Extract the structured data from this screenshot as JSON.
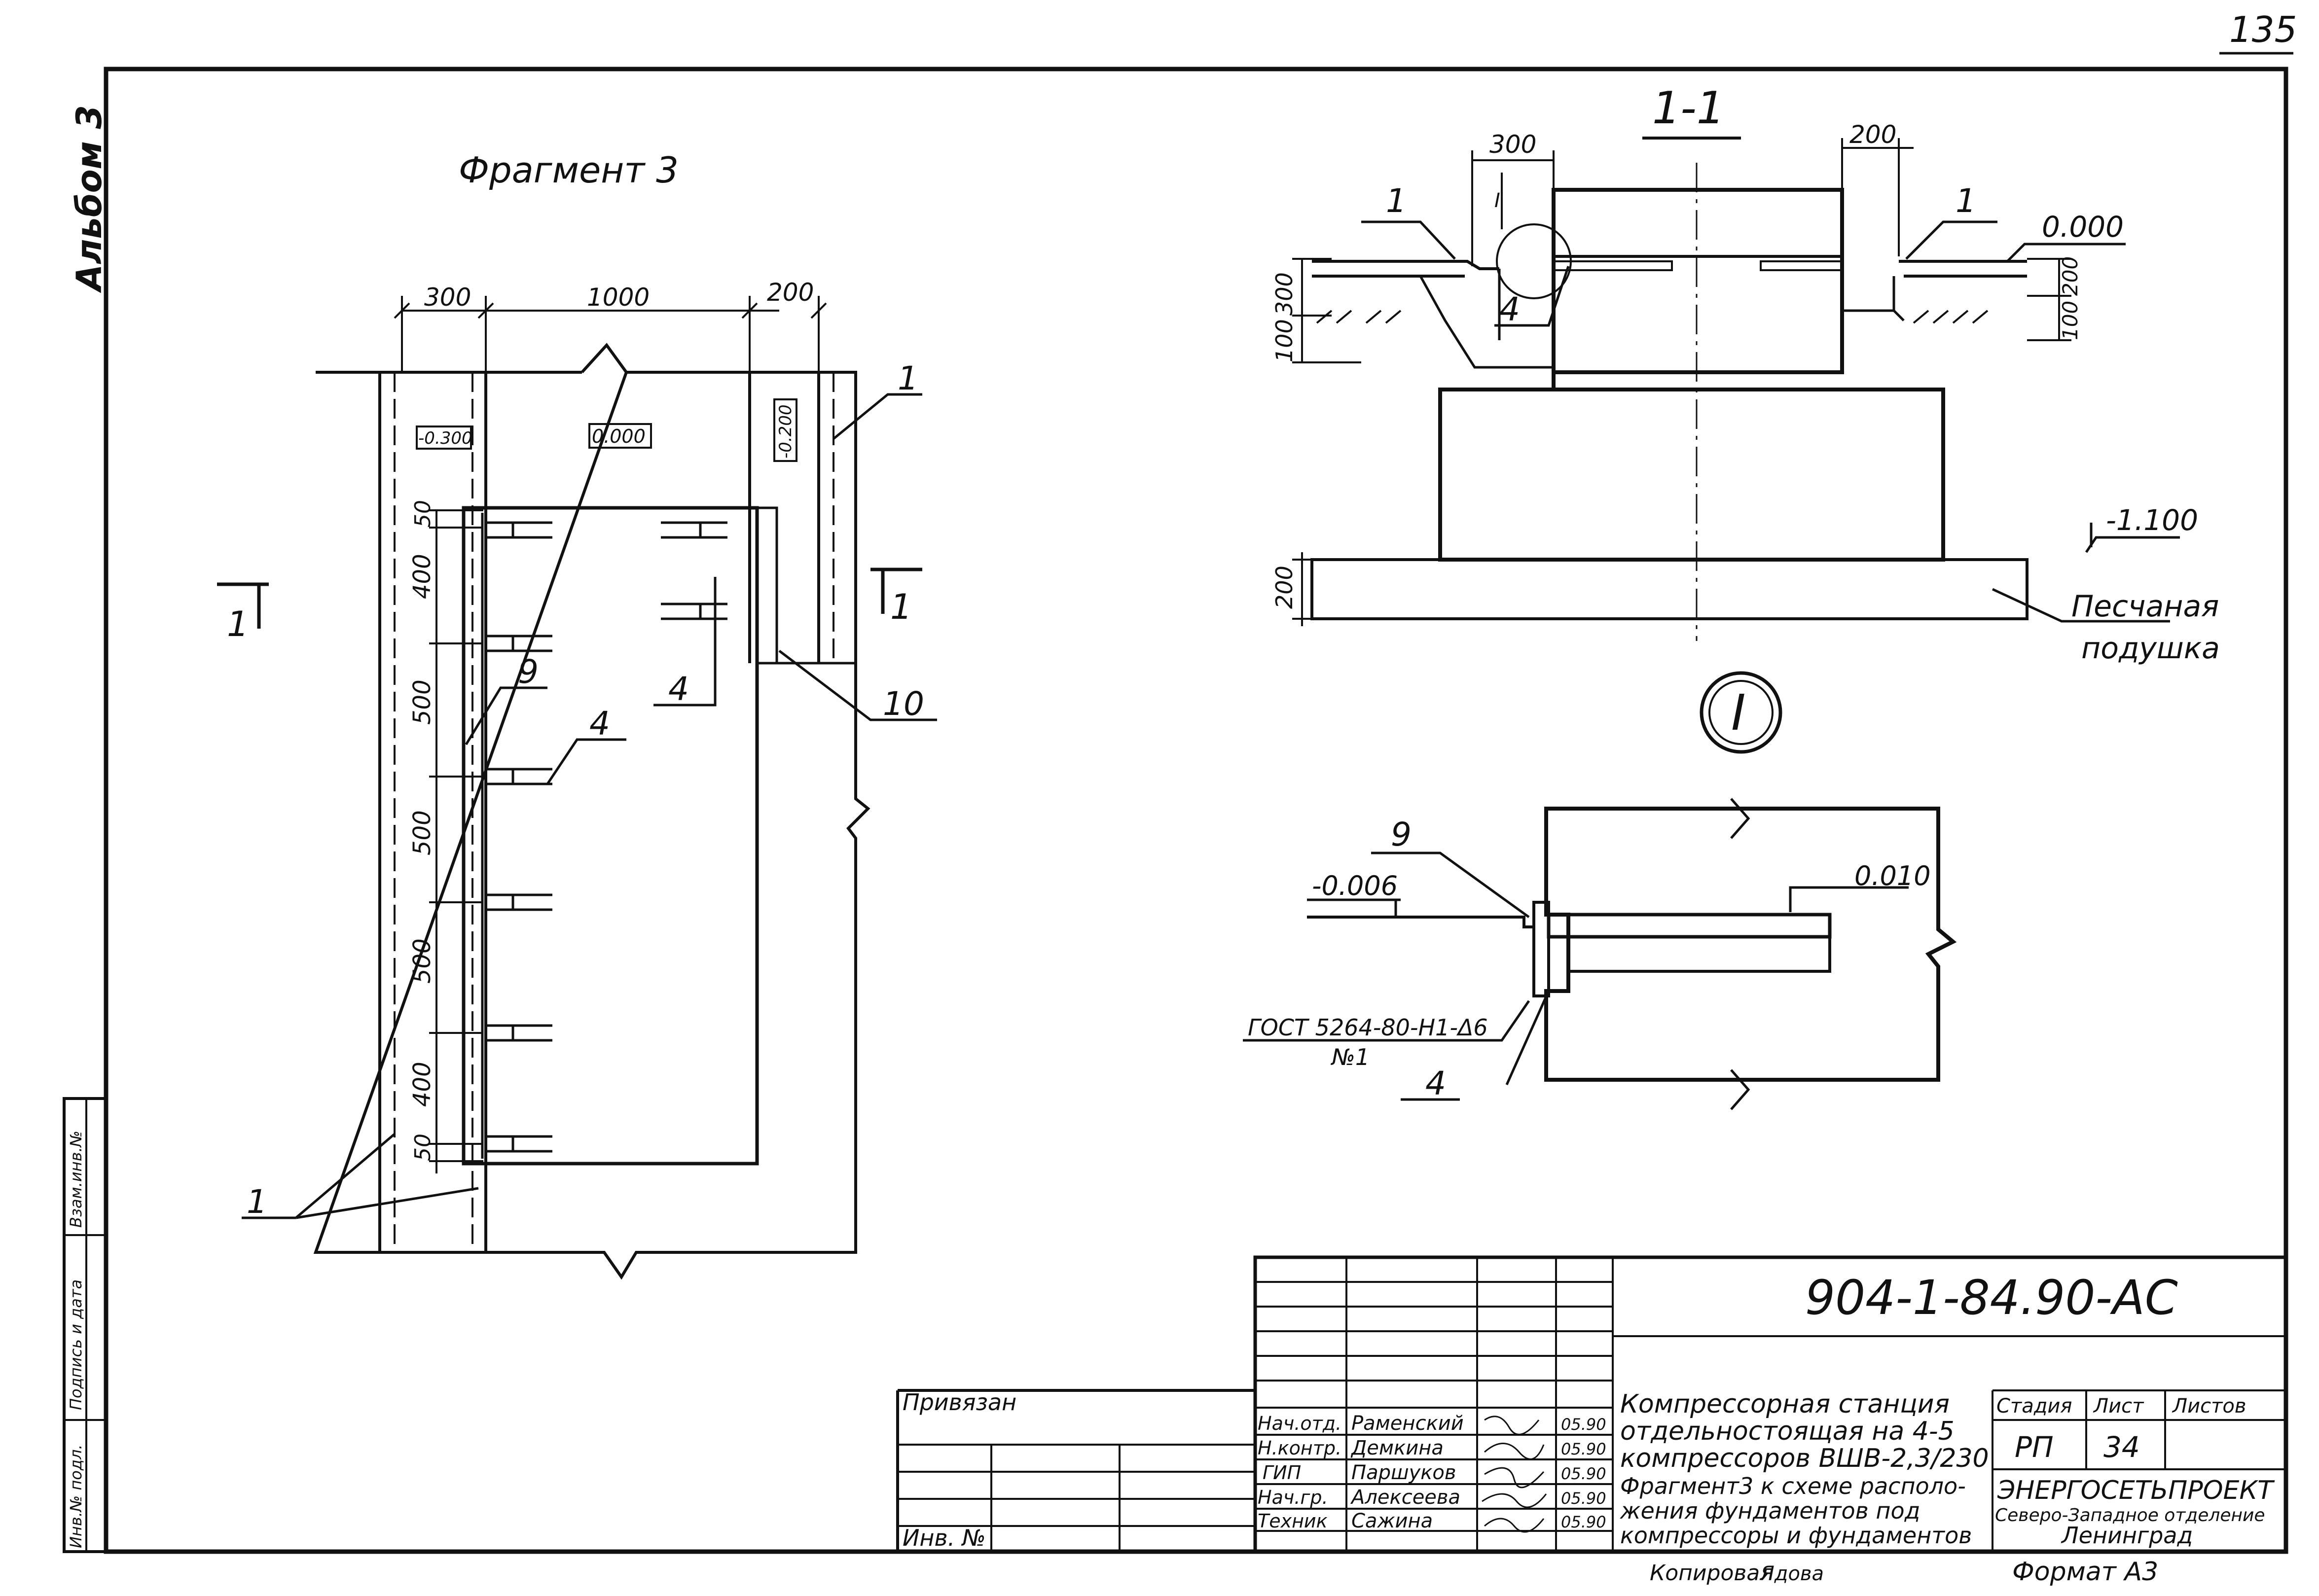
{
  "sheet": {
    "page_number": "135",
    "album_label": "Альбом 3",
    "side_stamp": [
      "Инв.№ подл.",
      "Подпись и дата",
      "Взам.инв.№"
    ],
    "format": "Формат А3",
    "copied_by_label": "Копировал",
    "copied_by_signature": "Ядова"
  },
  "fragment_plan": {
    "title": "Фрагмент 3",
    "top_dims": [
      "300",
      "1000",
      "200"
    ],
    "left_dims": [
      "50",
      "400",
      "500",
      "500",
      "500",
      "400",
      "50"
    ],
    "elevations": [
      "-0.300",
      "0.000",
      "-0.200"
    ],
    "section_mark": "1",
    "callouts": [
      "1",
      "1",
      "1",
      "9",
      "4",
      "4",
      "10"
    ]
  },
  "section_1_1": {
    "title": "1-1",
    "dims": [
      "300",
      "200",
      "300",
      "100",
      "200",
      "100",
      "200"
    ],
    "elevations": [
      "0.000",
      "-1.100"
    ],
    "callouts": [
      "1",
      "1",
      "4"
    ],
    "node_mark": "I",
    "sand_cushion": [
      "Песчаная",
      "подушка"
    ]
  },
  "detail_I": {
    "mark": "I",
    "callouts": [
      "9",
      "4"
    ],
    "elevations": [
      "-0.006",
      "0.010"
    ],
    "weld_note": [
      "ГОСТ 5264-80-Н1-Δ6",
      "№1"
    ]
  },
  "title_block": {
    "code": "904-1-84.90-АС",
    "bound_label": "Привязан",
    "inv_label": "Инв. №",
    "roles": [
      "Нач.отд.",
      "Н.контр.",
      "ГИП",
      "Нач.гр.",
      "Техник"
    ],
    "names": [
      "Раменский",
      "Демкина",
      "Паршуков",
      "Алексеева",
      "Сажина"
    ],
    "dates": [
      "05.90",
      "05.90",
      "05.90",
      "05.90",
      "05.90"
    ],
    "object_title": [
      "Компрессорная станция",
      "отдельностоящая на 4-5",
      "компрессоров ВШВ-2,3/230"
    ],
    "sheet_title": [
      "Фрагмент3 к схеме располо-",
      "жения фундаментов под",
      "компрессоры и фундаментов"
    ],
    "stage_label": "Стадия",
    "sheet_label": "Лист",
    "sheets_label": "Листов",
    "stage": "РП",
    "sheet": "34",
    "org": [
      "ЭНЕРГОСЕТЬПРОЕКТ",
      "Северо-Западное отделение",
      "Ленинград"
    ]
  }
}
